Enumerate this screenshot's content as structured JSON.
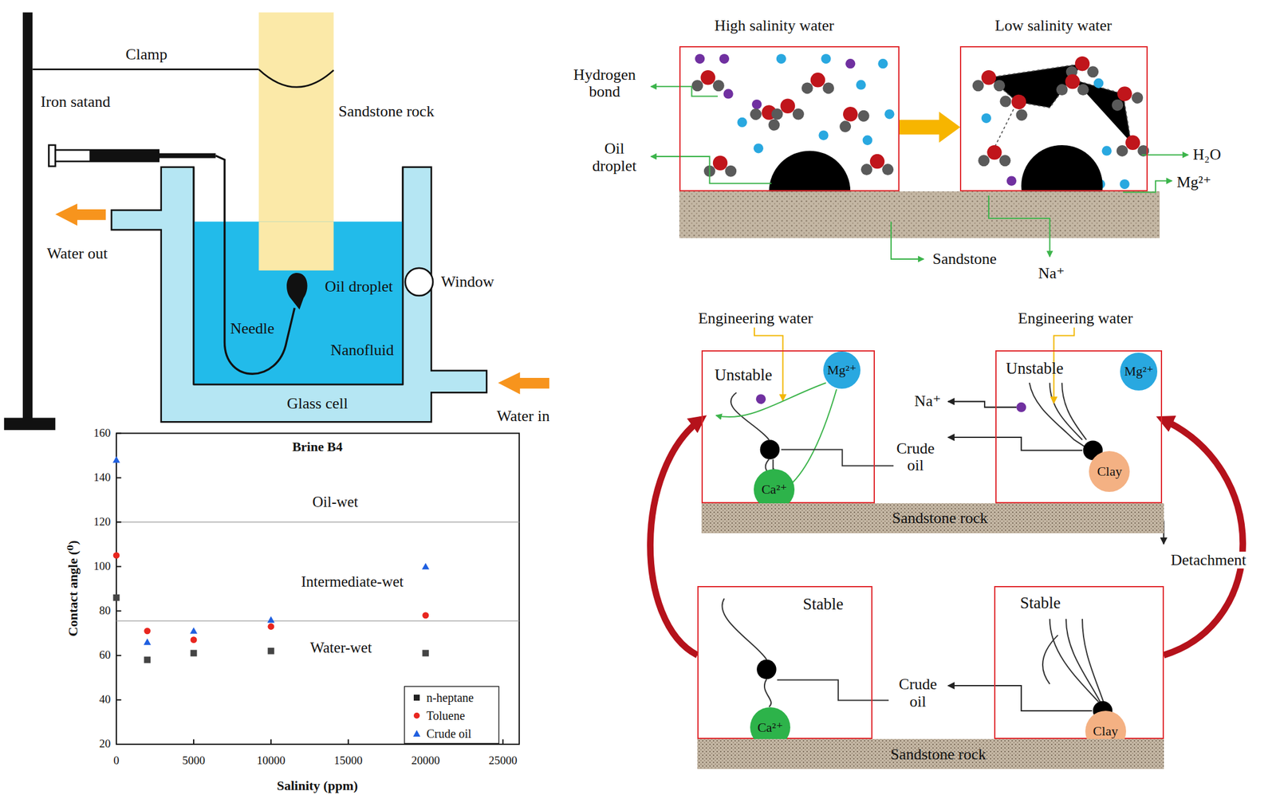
{
  "diagram": {
    "nodes": [
      {
        "text": [
          "High salinity water"
        ]
      },
      {
        "text": [
          "Low salinity water"
        ]
      },
      {
        "text": [
          "Engineering water",
          "Unstable"
        ]
      },
      {
        "text": [
          "Mg²⁺"
        ],
        "in": 2
      },
      {
        "text": [
          "Ca²⁺"
        ],
        "in": 2
      },
      {
        "text": [
          "Engineering water",
          "Unstable"
        ]
      },
      {
        "text": [
          "Mg²⁺"
        ],
        "in": 5
      },
      {
        "text": [
          "Clay"
        ],
        "in": 5
      },
      {
        "text": [
          "Sandstone rock"
        ]
      },
      {
        "text": [
          "Stable"
        ]
      },
      {
        "text": [
          "Ca²⁺"
        ],
        "in": 9
      },
      {
        "text": [
          "Stable"
        ]
      },
      {
        "text": [
          "Clay"
        ],
        "in": 11
      },
      {
        "text": [
          "Sandstone rock"
        ]
      }
    ],
    "edges": [
      {
        "from": 0,
        "to": 1,
        "arrow": "to"
      },
      {
        "from": 9,
        "to": 2,
        "arrow": "to"
      },
      {
        "from": 11,
        "to": 5,
        "arrow": "to"
      }
    ],
    "labels": [
      "Clamp",
      "Iron satand",
      "Sandstone rock",
      "Water out",
      "Oil droplet",
      "Window",
      "Needle",
      "Nanofluid",
      "Glass cell",
      "Water in",
      "Brine B4",
      "Oil-wet",
      "Intermediate-wet",
      "Water-wet",
      "Contact angle (⁰)",
      "Salinity (ppm)",
      "160",
      "140",
      "120",
      "100",
      "80",
      "60",
      "40",
      "20",
      "0",
      "5000",
      "10000",
      "15000",
      "20000",
      "25000",
      "Hydrogen bond",
      "Oil droplet",
      "Sandstone",
      "Na⁺",
      "H₂O",
      "Mg²⁺",
      "Na⁺",
      "Crude oil",
      "Detachment",
      "Crude oil"
    ],
    "legend": [
      {
        "text": "n-heptane",
        "color": "#222222"
      },
      {
        "text": "Toluene",
        "color": "#e8261f"
      },
      {
        "text": "Crude oil",
        "color": "#1f5fe0"
      }
    ]
  }
}
